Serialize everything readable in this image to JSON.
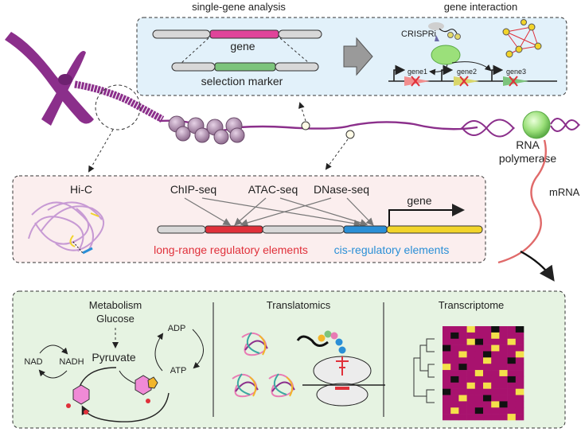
{
  "top_panel": {
    "title_left": "single-gene analysis",
    "title_right": "gene interaction",
    "gene_label": "gene",
    "marker_label": "selection marker",
    "crispri_label": "CRISPRi",
    "gene1": "gene1",
    "gene2": "gene2",
    "gene3": "gene3"
  },
  "middle": {
    "rna_polymerase_line1": "RNA",
    "rna_polymerase_line2": "polymerase",
    "mrna_label": "mRNA"
  },
  "reg_panel": {
    "hic": "Hi-C",
    "chipseq": "ChIP-seq",
    "atacseq": "ATAC-seq",
    "dnaseseq": "DNase-seq",
    "gene": "gene",
    "long_range": "long-range regulatory elements",
    "cis_reg": "cis-regulatory elements"
  },
  "bottom_panel": {
    "metabolism": "Metabolism",
    "glucose": "Glucose",
    "pyruvate": "Pyruvate",
    "nad": "NAD",
    "nadh": "NADH",
    "adp": "ADP",
    "atp": "ATP",
    "translatomics": "Translatomics",
    "transcriptome": "Transcriptome"
  },
  "colors": {
    "purple": "#8b2f8b",
    "gene_pink": "#e0449a",
    "marker_green": "#7cc47c",
    "red_element": "#e0303a",
    "blue_element": "#2a8fd6",
    "yellow_gene": "#f2d42a",
    "heat_magenta": "#a8126e",
    "heat_yellow": "#f4e04a"
  },
  "heatmap": {
    "rows": [
      "MMMYMMKMMK",
      "MKMMMMYMMM",
      "MMMYKMMMYM",
      "KMMMMMYMMM",
      "MMYMMKMMMY",
      "MMMMMYMMKM",
      "YMKMMMMMMM",
      "MMMMYMMYMM",
      "MKMMMMMMKM",
      "MMMYMYMMMM",
      "KMMMMMMMMY",
      "MMYMMKMMMM",
      "MMMMMMYKMM",
      "MYMMKMMMMM",
      "MMMMMMMMYM"
    ]
  }
}
